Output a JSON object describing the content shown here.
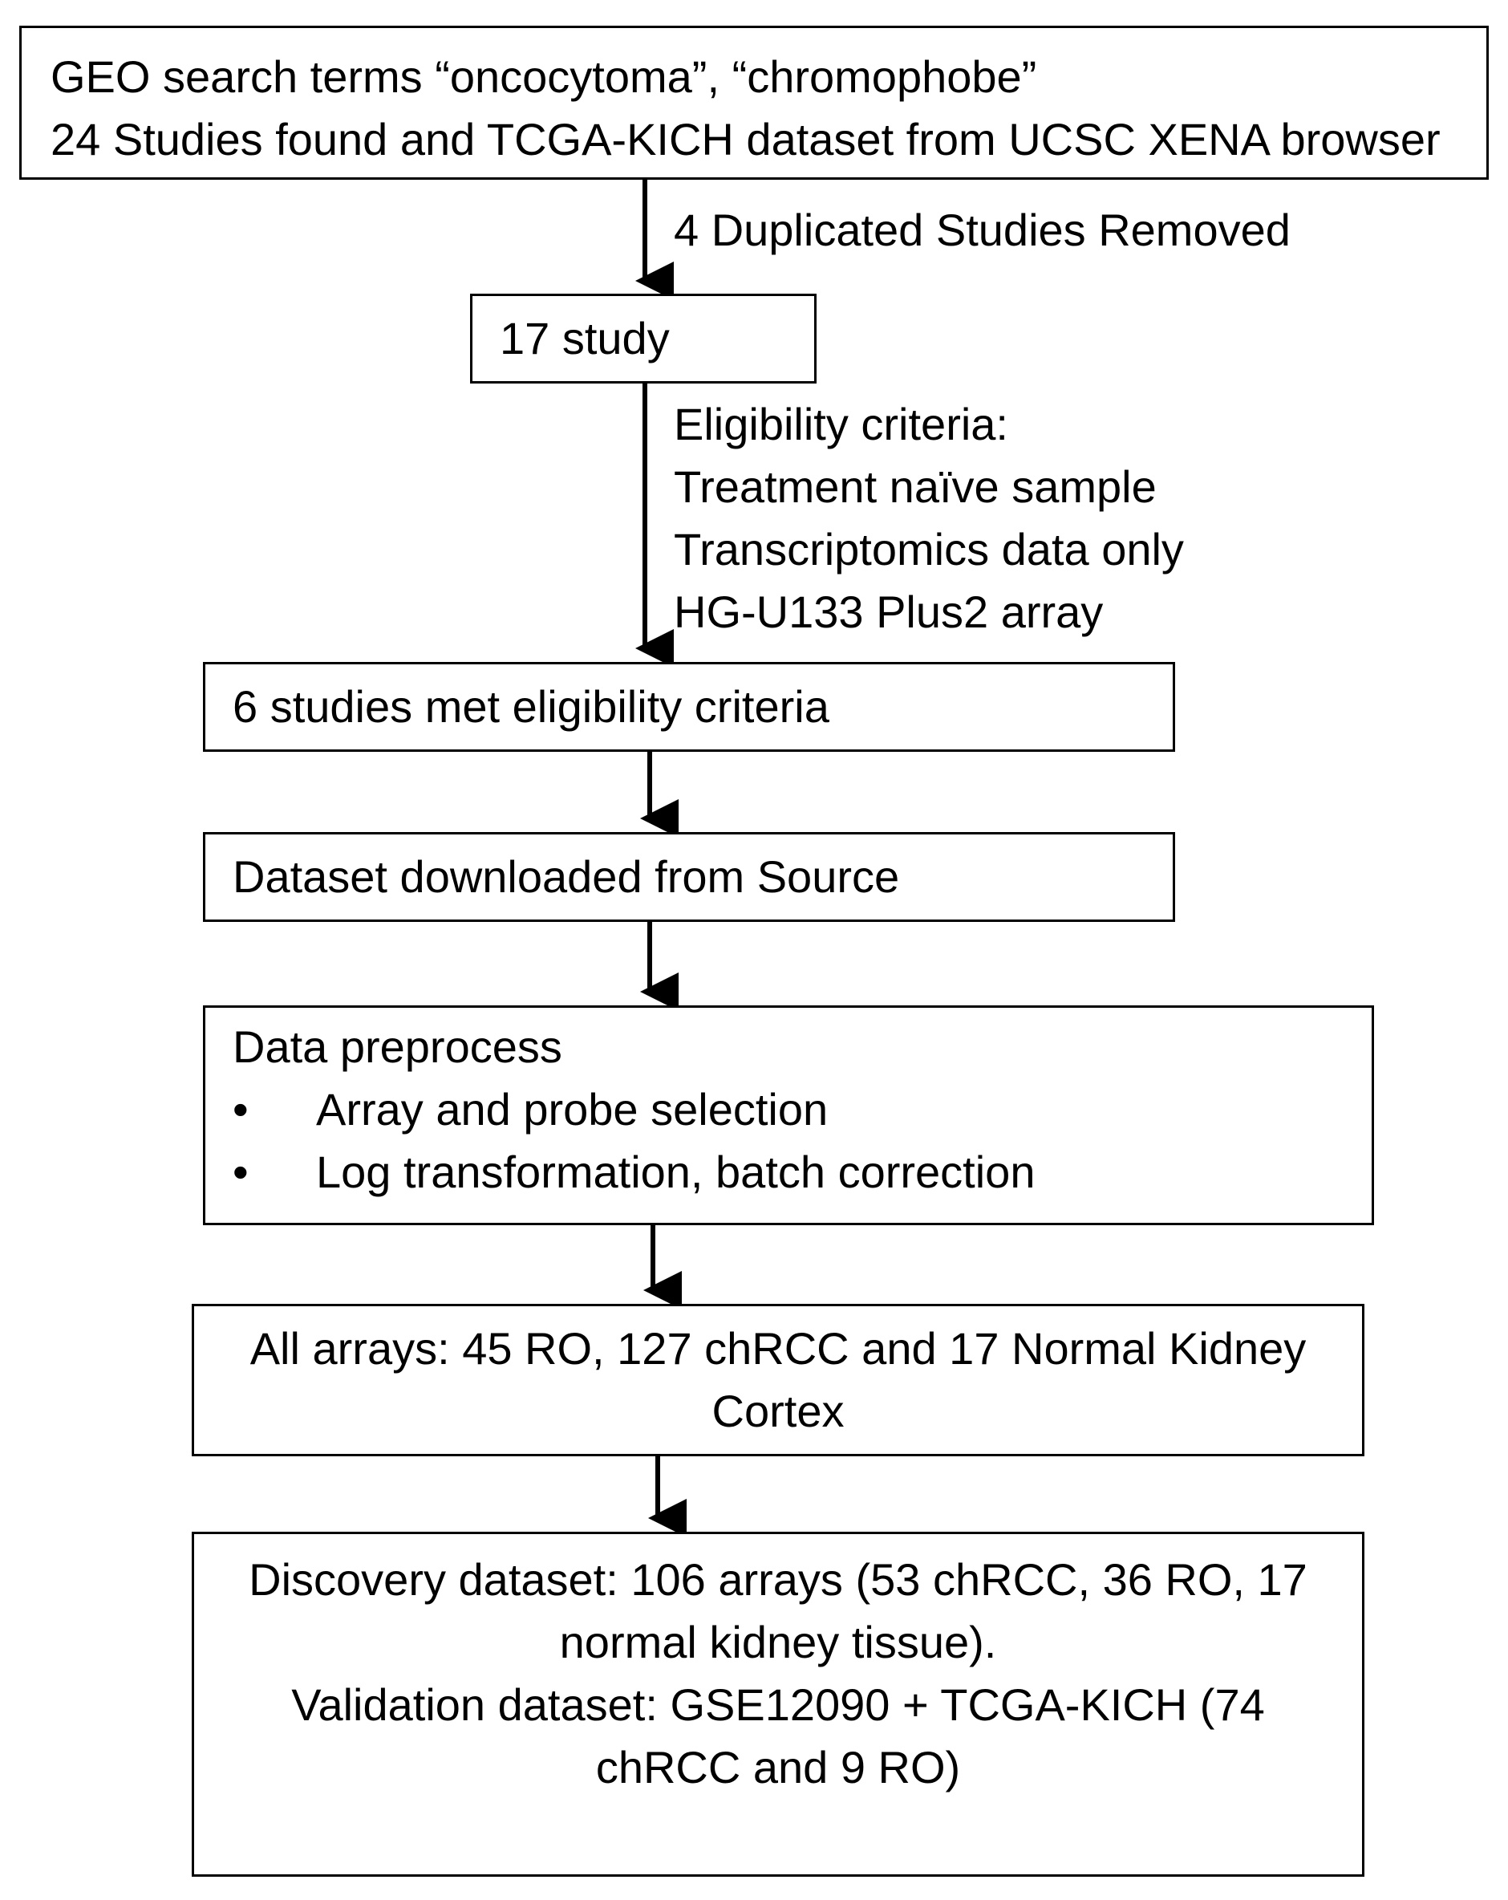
{
  "boxes": {
    "search": {
      "line1": "GEO search terms “oncocytoma”, “chromophobe”",
      "line2": "24 Studies found and TCGA-KICH dataset from UCSC XENA browser"
    },
    "study17": {
      "text": "17 study"
    },
    "eligible": {
      "text": "6 studies met eligibility criteria"
    },
    "download": {
      "text": "Dataset downloaded from Source"
    },
    "preprocess": {
      "title": "Data preprocess",
      "bullet_symbol": "•",
      "bullets": [
        "Array and probe selection",
        "Log transformation, batch correction"
      ]
    },
    "all_arrays": {
      "line1": "All arrays: 45 RO, 127 chRCC and 17 Normal Kidney",
      "line2": "Cortex"
    },
    "datasets": {
      "line1": "Discovery dataset: 106 arrays (53 chRCC, 36 RO, 17",
      "line2": "normal kidney tissue).",
      "line3": "Validation dataset: GSE12090 + TCGA-KICH (74",
      "line4": "chRCC and 9 RO)"
    }
  },
  "edge_labels": {
    "duplicates": "4 Duplicated Studies Removed",
    "eligibility": {
      "title": "Eligibility criteria:",
      "criteria": [
        "Treatment naïve sample",
        "Transcriptomics data only",
        "HG-U133 Plus2 array"
      ]
    }
  },
  "colors": {
    "stroke": "#000000",
    "background": "#ffffff"
  }
}
